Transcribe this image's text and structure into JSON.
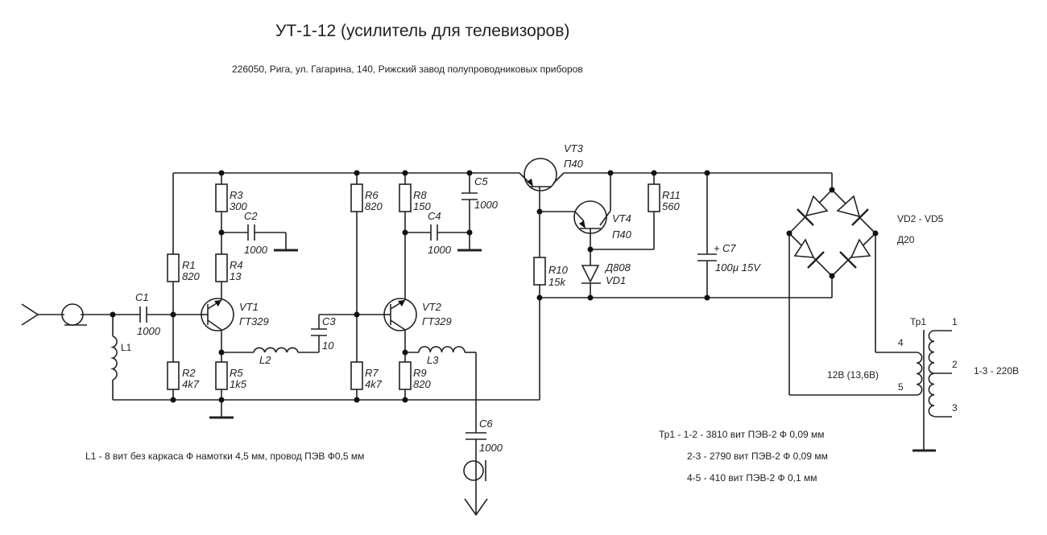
{
  "title": "УТ-1-12 (усилитель для телевизоров)",
  "subtitle": "226050, Рига, ул. Гагарина, 140, Рижский завод полупроводниковых приборов",
  "components": {
    "R1": {
      "name": "R1",
      "value": "820"
    },
    "R2": {
      "name": "R2",
      "value": "4k7"
    },
    "R3": {
      "name": "R3",
      "value": "300"
    },
    "R4": {
      "name": "R4",
      "value": "13"
    },
    "R5": {
      "name": "R5",
      "value": "1k5"
    },
    "R6": {
      "name": "R6",
      "value": "820"
    },
    "R7": {
      "name": "R7",
      "value": "4k7"
    },
    "R8": {
      "name": "R8",
      "value": "150"
    },
    "R9": {
      "name": "R9",
      "value": "820"
    },
    "R10": {
      "name": "R10",
      "value": "15k"
    },
    "R11": {
      "name": "R11",
      "value": "560"
    },
    "C1": {
      "name": "C1",
      "value": "1000"
    },
    "C2": {
      "name": "C2",
      "value": "1000"
    },
    "C3": {
      "name": "C3",
      "value": "10"
    },
    "C4": {
      "name": "C4",
      "value": "1000"
    },
    "C5": {
      "name": "C5",
      "value": "1000"
    },
    "C6": {
      "name": "C6",
      "value": "1000"
    },
    "C7": {
      "name": "C7",
      "value": "100µ 15V",
      "polarity": "+"
    },
    "L1": {
      "name": "L1"
    },
    "L2": {
      "name": "L2"
    },
    "L3": {
      "name": "L3"
    },
    "VT1": {
      "name": "VT1",
      "type": "ГТ329"
    },
    "VT2": {
      "name": "VT2",
      "type": "ГТ329"
    },
    "VT3": {
      "name": "VT3",
      "type": "П40"
    },
    "VT4": {
      "name": "VT4",
      "type": "П40"
    },
    "VD1": {
      "name": "VD1",
      "type": "Д808"
    },
    "bridge": {
      "name": "VD2 - VD5",
      "type": "Д20"
    },
    "Tr1": {
      "name": "Тр1",
      "pins": [
        "1",
        "2",
        "3",
        "4",
        "5"
      ],
      "secondary_label": "12В (13,6В)",
      "primary_label": "1-3 - 220В"
    }
  },
  "notes": {
    "l1": "L1 - 8 вит без каркаса Ф намотки 4,5 мм, провод ПЭВ Ф0,5 мм",
    "tr1_line1": "Тр1 - 1-2 - 3810 вит ПЭВ-2 Ф 0,09 мм",
    "tr1_line2": "2-3 - 2790 вит ПЭВ-2 Ф 0,09 мм",
    "tr1_line3": "4-5 - 410 вит ПЭВ-2 Ф 0,1 мм"
  }
}
